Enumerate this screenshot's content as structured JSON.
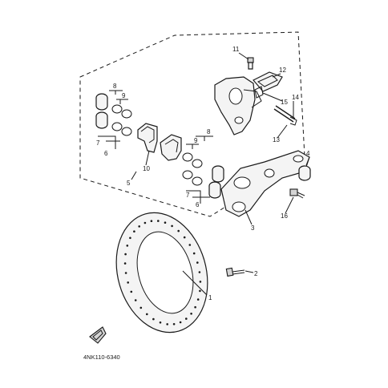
{
  "diagram": {
    "figure_code": "4NK110-6340",
    "callouts": {
      "c1": "1",
      "c2": "2",
      "c3": "3",
      "c4": "4",
      "c5": "5",
      "c6a": "6",
      "c6b": "6",
      "c7a": "7",
      "c7b": "7",
      "c8a": "8",
      "c8b": "8",
      "c9a": "9",
      "c9b": "9",
      "c10": "10",
      "c11": "11",
      "c12": "12",
      "c13": "13",
      "c14": "14",
      "c15": "15",
      "c16": "16"
    },
    "icons": {
      "direction_marker": "front-direction-arrow-icon"
    }
  }
}
